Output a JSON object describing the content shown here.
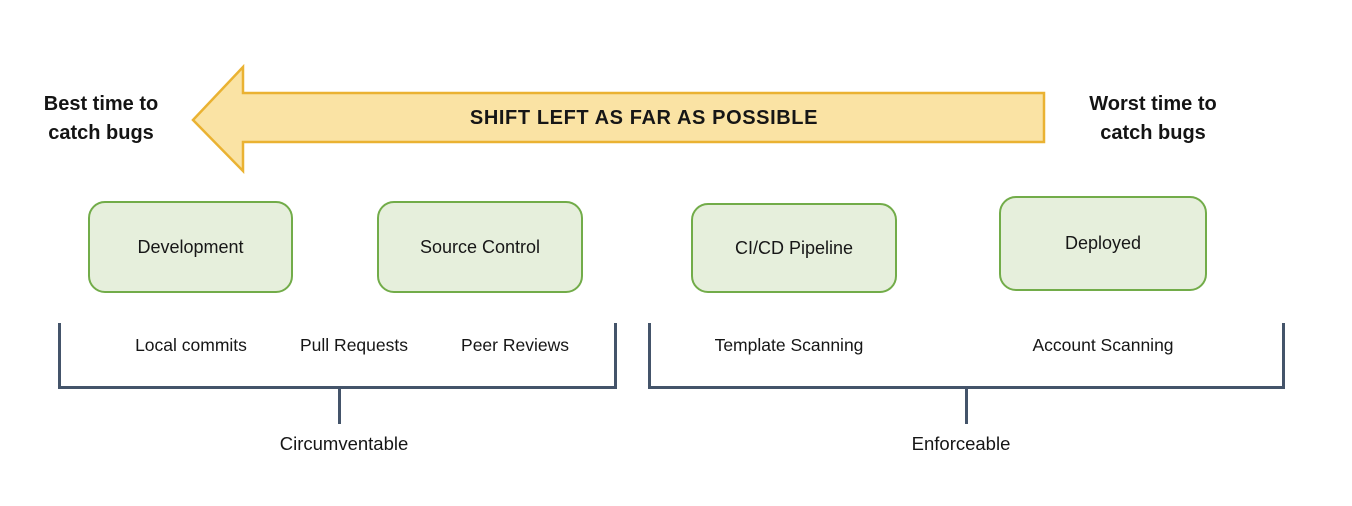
{
  "arrow": {
    "label": "SHIFT LEFT AS FAR AS POSSIBLE",
    "direction": "left",
    "fill_color": "#fae3a4",
    "border_color": "#eab232"
  },
  "captions": {
    "left": "Best time to catch bugs",
    "right": "Worst time to catch bugs"
  },
  "stages": [
    {
      "label": "Development"
    },
    {
      "label": "Source Control"
    },
    {
      "label": "CI/CD Pipeline"
    },
    {
      "label": "Deployed"
    }
  ],
  "practices": [
    {
      "label": "Local commits"
    },
    {
      "label": "Pull Requests"
    },
    {
      "label": "Peer Reviews"
    },
    {
      "label": "Template Scanning"
    },
    {
      "label": "Account Scanning"
    }
  ],
  "groups": [
    {
      "label": "Circumventable"
    },
    {
      "label": "Enforceable"
    }
  ],
  "colors": {
    "stage_fill": "#e6efdc",
    "stage_border": "#72ac49",
    "bracket": "#44546a",
    "text": "#161616"
  }
}
